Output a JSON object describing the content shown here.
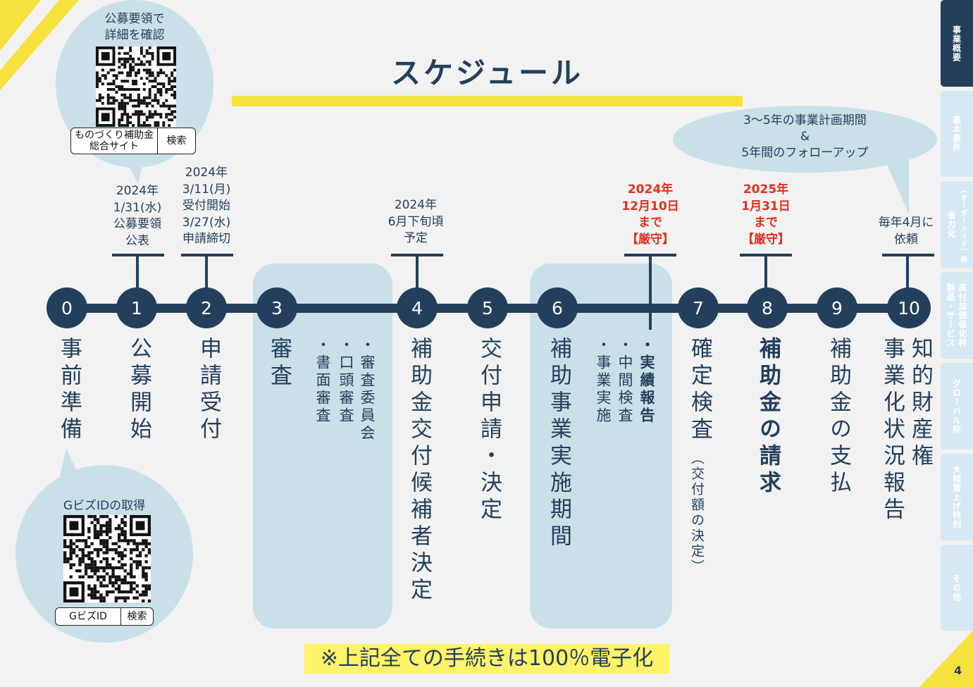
{
  "title": "スケジュール",
  "colors": {
    "navy": "#233f5c",
    "yellow": "#f5e23c",
    "light_blue": "#c9e0e8",
    "red": "#e0301e",
    "tab_active": "#233f5c",
    "tab_inactive": "#d6e8f2"
  },
  "top_bubble": {
    "line1": "公募要領で",
    "line2": "詳細を確認",
    "btn_site_line1": "ものづくり補助金",
    "btn_site_line2": "総合サイト",
    "btn_search": "検索"
  },
  "bottom_bubble": {
    "title": "GビズIDの取得",
    "btn_id": "GビズID",
    "btn_search": "検索"
  },
  "follow_bubble": {
    "line1": "3～5年の事業計画期間",
    "line2": "&",
    "line3": "5年間のフォローアップ"
  },
  "dates": {
    "d1": [
      "2024年",
      "1/31(水)",
      "公募要領",
      "公表"
    ],
    "d2": [
      "2024年",
      "3/11(月)",
      "受付開始",
      "3/27(水)",
      "申請締切"
    ],
    "d4": [
      "2024年",
      "6月下旬頃",
      "予定"
    ],
    "d7": [
      "2024年",
      "12月10日",
      "まで",
      "【厳守】"
    ],
    "d8": [
      "2025年",
      "1月31日",
      "まで",
      "【厳守】"
    ],
    "d10": [
      "毎年4月に",
      "依頼"
    ]
  },
  "steps": [
    {
      "num": "0",
      "label": "事前準備"
    },
    {
      "num": "1",
      "label": "公募開始"
    },
    {
      "num": "2",
      "label": "申請受付"
    },
    {
      "num": "3",
      "label": "審査"
    },
    {
      "num": "4",
      "label": "補助金交付候補者決定"
    },
    {
      "num": "5",
      "label": "交付申請・決定"
    },
    {
      "num": "6",
      "label": "補助事業実施期間"
    },
    {
      "num": "7",
      "label": "確定検査",
      "note": "（交付額の決定）"
    },
    {
      "num": "8",
      "label": "補助金の請求"
    },
    {
      "num": "9",
      "label": "補助金の支払"
    },
    {
      "num": "10",
      "label": "知的財産権",
      "label2": "事業化状況報告"
    }
  ],
  "review_items": [
    "・審査委員会",
    "・口頭審査",
    "・書面審査"
  ],
  "impl_items": [
    "・事業実施",
    "・中間検査",
    "・実績報告"
  ],
  "footer_note": "※上記全ての手続きは100％電子化",
  "tabs": [
    "事業概要",
    "基本要件",
    "省力化",
    "（オーダーメイド）枠",
    "製品・サービス",
    "高付加価値化枠",
    "グローバル枠",
    "大幅賃上げ特例",
    "その他"
  ],
  "page_number": "4"
}
